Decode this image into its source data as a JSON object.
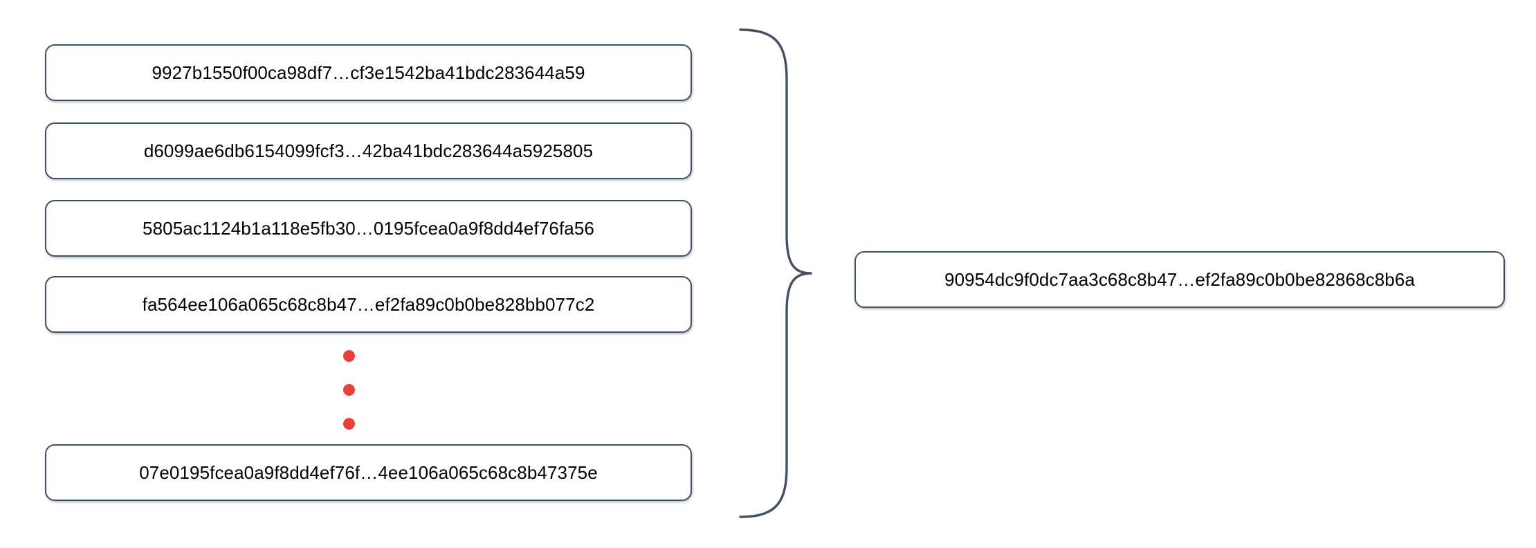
{
  "diagram": {
    "type": "hash-aggregation",
    "title": "",
    "colors": {
      "box_border": "#434f63",
      "box_fill": "#ffffff",
      "text": "#000000",
      "ellipsis_dot": "#e8413c",
      "brace_stroke": "#434f63",
      "background": "#ffffff"
    },
    "inputs": [
      {
        "hash": "9927b1550f00ca98df7…cf3e1542ba41bdc283644a59"
      },
      {
        "hash": "d6099ae6db6154099fcf3…42ba41bdc283644a5925805"
      },
      {
        "hash": "5805ac1124b1a118e5fb30…0195fcea0a9f8dd4ef76fa56"
      },
      {
        "hash": "fa564ee106a065c68c8b47…ef2fa89c0b0be828bb077c2"
      },
      {
        "hash": "07e0195fcea0a9f8dd4ef76f…4ee106a065c68c8b47375e"
      }
    ],
    "ellipsis": {
      "dot_count": 3,
      "orientation": "vertical"
    },
    "brace": {
      "glyph": "}",
      "direction": "right"
    },
    "output": {
      "hash": "90954dc9f0dc7aa3c68c8b47…ef2fa89c0b0be82868c8b6a"
    }
  }
}
